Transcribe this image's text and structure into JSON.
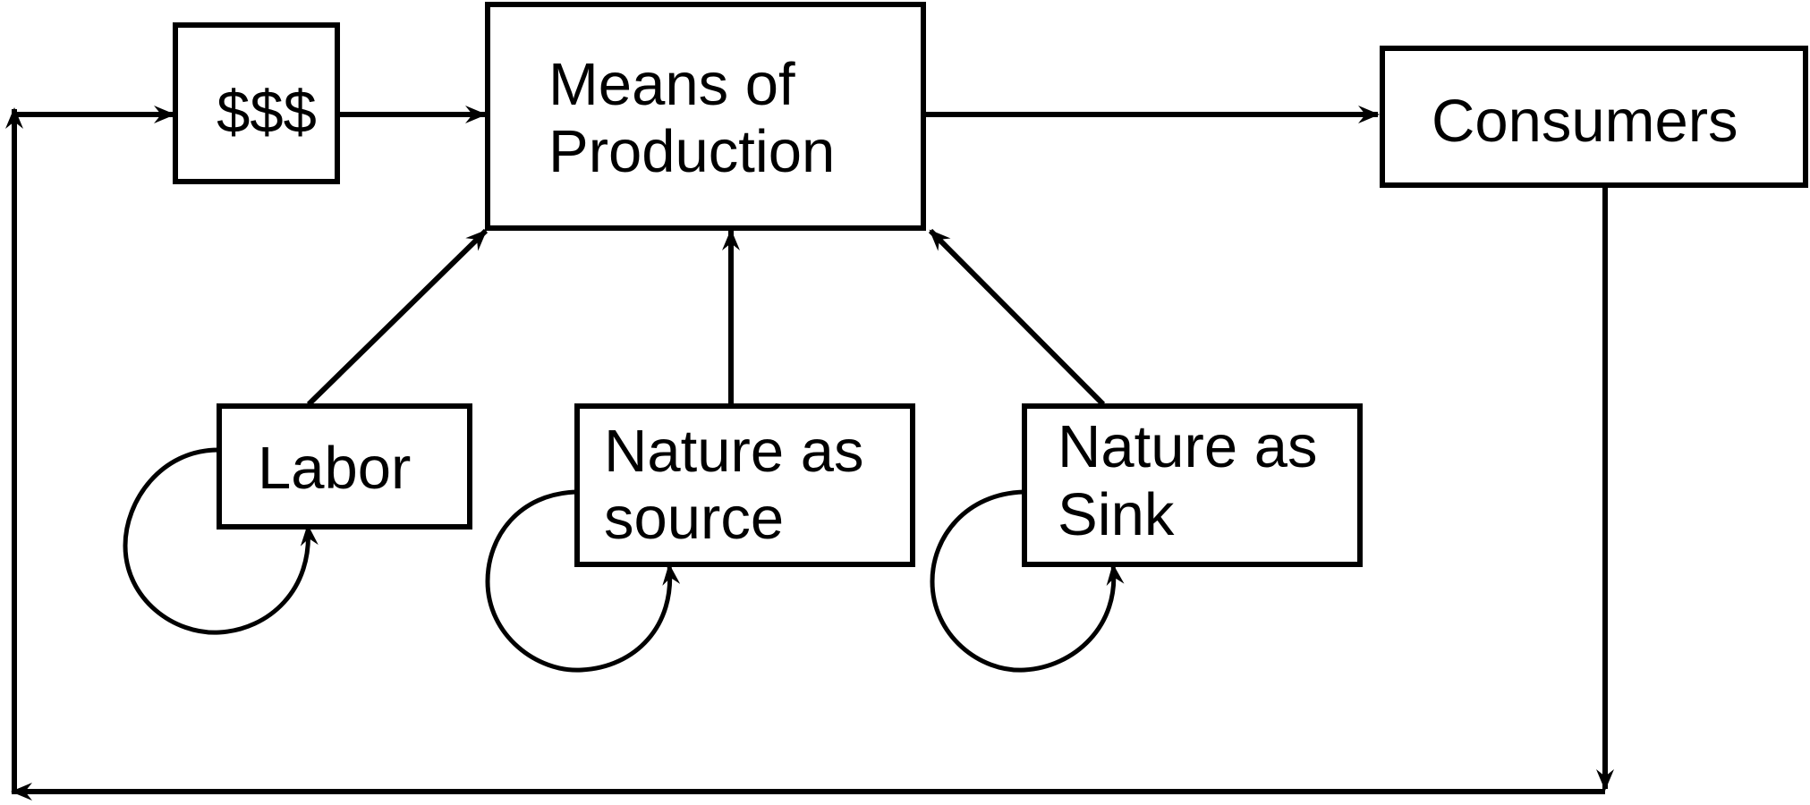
{
  "nodes": {
    "money": {
      "label": "$$$"
    },
    "means_of_production": {
      "line1": "Means of",
      "line2": "Production"
    },
    "consumers": {
      "label": "Consumers"
    },
    "labor": {
      "label": "Labor"
    },
    "nature_source": {
      "line1": "Nature as",
      "line2": "source"
    },
    "nature_sink": {
      "line1": "Nature as",
      "line2": "Sink"
    }
  },
  "colors": {
    "stroke": "#000000",
    "background": "#ffffff"
  }
}
